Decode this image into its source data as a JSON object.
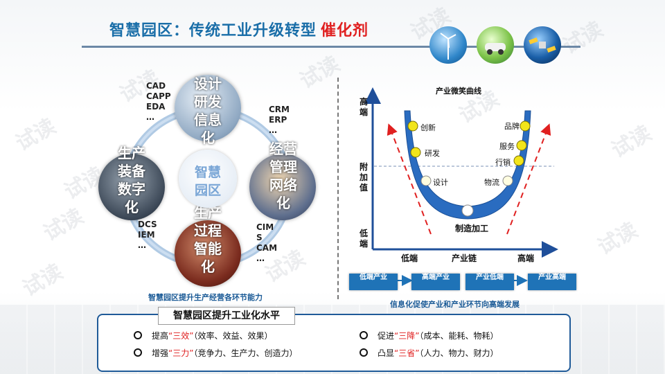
{
  "header": {
    "title_main": "智慧园区：传统工业升级转型",
    "title_accent": "催化剂"
  },
  "watermark": "试读",
  "left": {
    "top_left_list": "CAD\nCAPP\nEDA\n…",
    "top_right_list": "CRM\nERP\n…",
    "bottom_left_list": "DCS\nIEM\n…",
    "bottom_right_list": "CIM\nS\nCAM\n…",
    "circle_top": "设计研发信息化",
    "circle_left": "生产装备数字化",
    "circle_right": "经营管理网络化",
    "circle_bottom": "生产过程智能化",
    "circle_center": "智慧园区",
    "caption": "智慧园区提升生产经营各环节能力"
  },
  "right": {
    "chart_title": "产业微笑曲线",
    "y_high": "高\n端",
    "y_mid": "附\n加\n值",
    "y_low": "低\n端",
    "x_low": "低端",
    "x_mid": "产业链",
    "x_high": "高端",
    "bottom_point": "制造加工",
    "left_points": [
      "创新",
      "研发",
      "设计"
    ],
    "right_points": [
      "品牌",
      "服务",
      "行销",
      "物流"
    ],
    "flow_boxes": [
      "低端产业",
      "高端产业",
      "产业低端",
      "产业高端"
    ],
    "caption": "信息化促使产业和产业环节向高端发展"
  },
  "panel": {
    "title": "智慧园区提升工业化水平",
    "items": [
      {
        "prefix": "提高",
        "highlight": "“三效”",
        "suffix": "（效率、效益、效果）"
      },
      {
        "prefix": "促进",
        "highlight": "“三降”",
        "suffix": "（成本、能耗、物耗）"
      },
      {
        "prefix": "增强",
        "highlight": "“三力”",
        "suffix": "（竞争力、生产力、创造力）"
      },
      {
        "prefix": "凸显",
        "highlight": "“三省”",
        "suffix": "（人力、物力、财力）"
      }
    ]
  },
  "colors": {
    "brand_blue": "#1a6ea8",
    "accent_red": "#e02020",
    "box_blue": "#1f73b7"
  },
  "icons": [
    "wind-turbine-photo",
    "electric-car-photo",
    "satellite-photo"
  ]
}
